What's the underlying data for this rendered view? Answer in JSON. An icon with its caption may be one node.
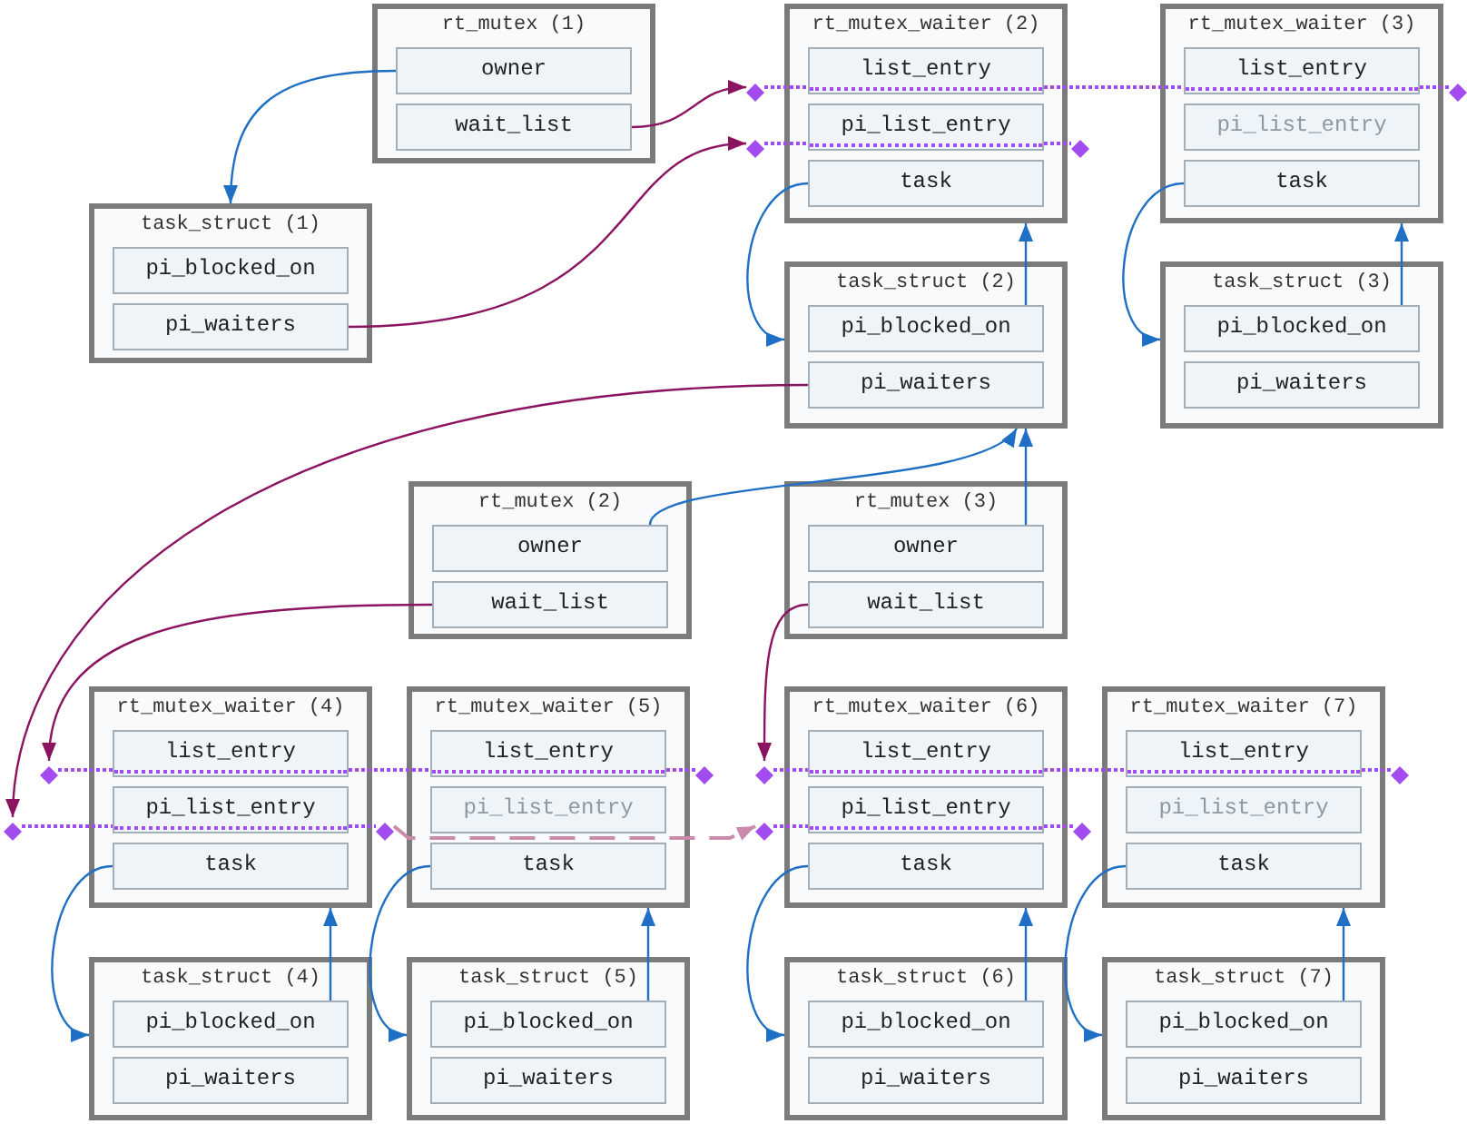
{
  "diagram": {
    "nodes": [
      {
        "text": [
          "rt_mutex (1)"
        ]
      },
      {
        "text": [
          "owner"
        ],
        "in": 0
      },
      {
        "text": [
          "wait_list"
        ],
        "in": 0
      },
      {
        "text": [
          "rt_mutex_waiter (2)"
        ]
      },
      {
        "text": [
          "list_entry"
        ],
        "in": 3
      },
      {
        "text": [
          "pi_list_entry"
        ],
        "in": 3
      },
      {
        "text": [
          "task"
        ],
        "in": 3
      },
      {
        "text": [
          "rt_mutex_waiter (3)"
        ]
      },
      {
        "text": [
          "list_entry"
        ],
        "in": 7
      },
      {
        "text": [
          "pi_list_entry"
        ],
        "in": 7
      },
      {
        "text": [
          "task"
        ],
        "in": 7
      },
      {
        "text": [
          "task_struct (1)"
        ]
      },
      {
        "text": [
          "pi_blocked_on"
        ],
        "in": 11
      },
      {
        "text": [
          "pi_waiters"
        ],
        "in": 11
      },
      {
        "text": [
          "task_struct (2)"
        ]
      },
      {
        "text": [
          "pi_blocked_on"
        ],
        "in": 14
      },
      {
        "text": [
          "pi_waiters"
        ],
        "in": 14
      },
      {
        "text": [
          "task_struct (3)"
        ]
      },
      {
        "text": [
          "pi_blocked_on"
        ],
        "in": 17
      },
      {
        "text": [
          "pi_waiters"
        ],
        "in": 17
      },
      {
        "text": [
          "rt_mutex (2)"
        ]
      },
      {
        "text": [
          "owner"
        ],
        "in": 20
      },
      {
        "text": [
          "wait_list"
        ],
        "in": 20
      },
      {
        "text": [
          "rt_mutex (3)"
        ]
      },
      {
        "text": [
          "owner"
        ],
        "in": 23
      },
      {
        "text": [
          "wait_list"
        ],
        "in": 23
      },
      {
        "text": [
          "rt_mutex_waiter (4)"
        ]
      },
      {
        "text": [
          "list_entry"
        ],
        "in": 26
      },
      {
        "text": [
          "pi_list_entry"
        ],
        "in": 26
      },
      {
        "text": [
          "task"
        ],
        "in": 26
      },
      {
        "text": [
          "rt_mutex_waiter (5)"
        ]
      },
      {
        "text": [
          "list_entry"
        ],
        "in": 30
      },
      {
        "text": [
          "pi_list_entry"
        ],
        "in": 30
      },
      {
        "text": [
          "task"
        ],
        "in": 30
      },
      {
        "text": [
          "rt_mutex_waiter (6)"
        ]
      },
      {
        "text": [
          "list_entry"
        ],
        "in": 34
      },
      {
        "text": [
          "pi_list_entry"
        ],
        "in": 34
      },
      {
        "text": [
          "task"
        ],
        "in": 34
      },
      {
        "text": [
          "rt_mutex_waiter (7)"
        ]
      },
      {
        "text": [
          "list_entry"
        ],
        "in": 38
      },
      {
        "text": [
          "pi_list_entry"
        ],
        "in": 38
      },
      {
        "text": [
          "task"
        ],
        "in": 38
      },
      {
        "text": [
          "task_struct (4)"
        ]
      },
      {
        "text": [
          "pi_blocked_on"
        ],
        "in": 42
      },
      {
        "text": [
          "pi_waiters"
        ],
        "in": 42
      },
      {
        "text": [
          "task_struct (5)"
        ]
      },
      {
        "text": [
          "pi_blocked_on"
        ],
        "in": 45
      },
      {
        "text": [
          "pi_waiters"
        ],
        "in": 45
      },
      {
        "text": [
          "task_struct (6)"
        ]
      },
      {
        "text": [
          "pi_blocked_on"
        ],
        "in": 48
      },
      {
        "text": [
          "pi_waiters"
        ],
        "in": 48
      },
      {
        "text": [
          "task_struct (7)"
        ]
      },
      {
        "text": [
          "pi_blocked_on"
        ],
        "in": 51
      },
      {
        "text": [
          "pi_waiters"
        ],
        "in": 51
      },
      {
        "text": [],
        "shape": "diamond"
      },
      {
        "text": [],
        "shape": "diamond"
      },
      {
        "text": [],
        "shape": "diamond"
      },
      {
        "text": [],
        "shape": "diamond"
      },
      {
        "text": [],
        "shape": "diamond"
      },
      {
        "text": [],
        "shape": "diamond"
      },
      {
        "text": [],
        "shape": "diamond"
      },
      {
        "text": [],
        "shape": "diamond"
      },
      {
        "text": [],
        "shape": "diamond"
      },
      {
        "text": [],
        "shape": "diamond"
      },
      {
        "text": [],
        "shape": "diamond"
      },
      {
        "text": [],
        "shape": "diamond"
      }
    ],
    "edges": [
      {
        "from": 1,
        "to": 11,
        "arrow": "to"
      },
      {
        "from": 2,
        "to": 54,
        "arrow": "to",
        "color": "#8b1461"
      },
      {
        "from": 13,
        "to": 56,
        "arrow": "to",
        "color": "#8b1461"
      },
      {
        "from": 6,
        "to": 14,
        "arrow": "to"
      },
      {
        "from": 15,
        "to": 3,
        "arrow": "to"
      },
      {
        "from": 10,
        "to": 17,
        "arrow": "to"
      },
      {
        "from": 18,
        "to": 7,
        "arrow": "to"
      },
      {
        "from": 16,
        "to": 62,
        "arrow": "to",
        "color": "#8b1461"
      },
      {
        "from": 21,
        "to": 14,
        "arrow": "to"
      },
      {
        "from": 24,
        "to": 14,
        "arrow": "to"
      },
      {
        "from": 22,
        "to": 58,
        "arrow": "to",
        "color": "#8b1461"
      },
      {
        "from": 25,
        "to": 60,
        "arrow": "to",
        "color": "#8b1461"
      },
      {
        "from": 29,
        "to": 42,
        "arrow": "to"
      },
      {
        "from": 43,
        "to": 26,
        "arrow": "to"
      },
      {
        "from": 33,
        "to": 45,
        "arrow": "to"
      },
      {
        "from": 46,
        "to": 30,
        "arrow": "to"
      },
      {
        "from": 37,
        "to": 48,
        "arrow": "to"
      },
      {
        "from": 49,
        "to": 34,
        "arrow": "to"
      },
      {
        "from": 41,
        "to": 51,
        "arrow": "to"
      },
      {
        "from": 52,
        "to": 38,
        "arrow": "to"
      },
      {
        "from": 54,
        "to": 4,
        "arrow": "none",
        "style": "dashed",
        "color": "#a24cf0"
      },
      {
        "from": 4,
        "to": 8,
        "arrow": "none",
        "style": "dashed",
        "color": "#a24cf0"
      },
      {
        "from": 8,
        "to": 55,
        "arrow": "none",
        "style": "dashed",
        "color": "#a24cf0"
      },
      {
        "from": 56,
        "to": 5,
        "arrow": "none",
        "style": "dashed",
        "color": "#a24cf0"
      },
      {
        "from": 5,
        "to": 57,
        "arrow": "none",
        "style": "dashed",
        "color": "#a24cf0"
      },
      {
        "from": 58,
        "to": 27,
        "arrow": "none",
        "style": "dashed",
        "color": "#a24cf0"
      },
      {
        "from": 27,
        "to": 31,
        "arrow": "none",
        "style": "dashed",
        "color": "#a24cf0"
      },
      {
        "from": 31,
        "to": 59,
        "arrow": "none",
        "style": "dashed",
        "color": "#a24cf0"
      },
      {
        "from": 60,
        "to": 35,
        "arrow": "none",
        "style": "dashed",
        "color": "#a24cf0"
      },
      {
        "from": 35,
        "to": 39,
        "arrow": "none",
        "style": "dashed",
        "color": "#a24cf0"
      },
      {
        "from": 39,
        "to": 61,
        "arrow": "none",
        "style": "dashed",
        "color": "#a24cf0"
      },
      {
        "from": 62,
        "to": 28,
        "arrow": "none",
        "style": "dashed",
        "color": "#a24cf0"
      },
      {
        "from": 28,
        "to": 63,
        "arrow": "none",
        "style": "dashed",
        "color": "#a24cf0"
      },
      {
        "from": 64,
        "to": 36,
        "arrow": "none",
        "style": "dashed",
        "color": "#a24cf0"
      },
      {
        "from": 36,
        "to": 65,
        "arrow": "none",
        "style": "dashed",
        "color": "#a24cf0"
      },
      {
        "from": 63,
        "to": 64,
        "arrow": "to",
        "style": "dashed",
        "color": "#c98aab"
      }
    ]
  }
}
